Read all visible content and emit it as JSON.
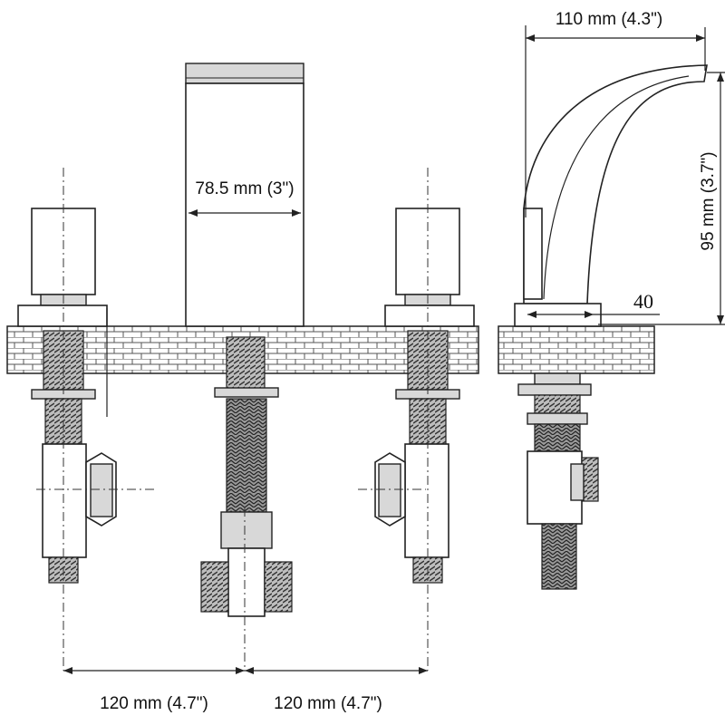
{
  "labels": {
    "spout_width": "78.5 mm (3\")",
    "spout_reach": "110 mm (4.3\")",
    "spout_height": "95 mm (3.7\")",
    "base_width": "40",
    "spacing_left": "120 mm (4.7\")",
    "spacing_right": "120 mm (4.7\")"
  }
}
